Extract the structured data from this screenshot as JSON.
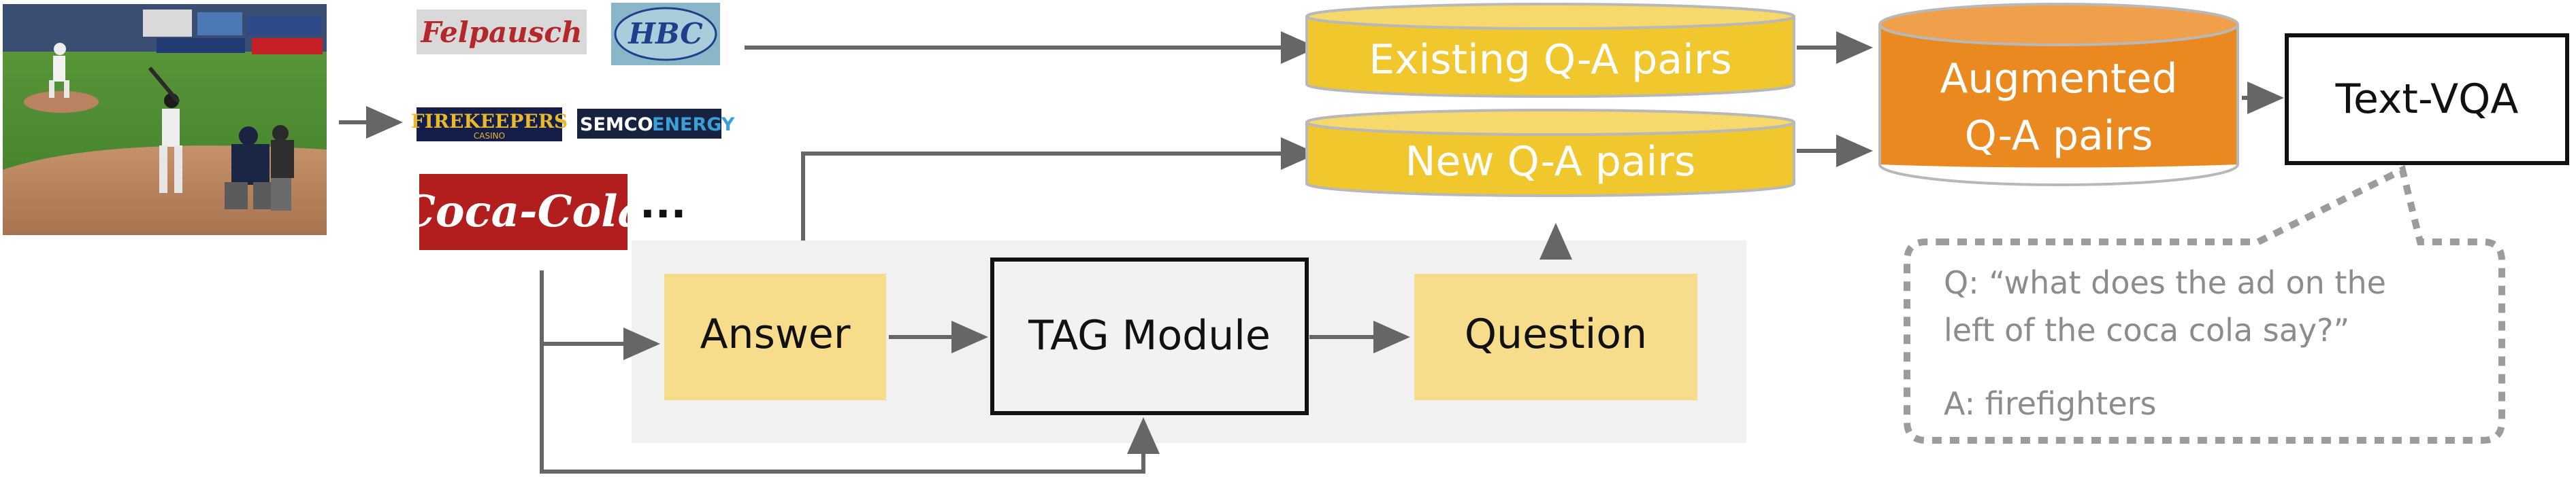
{
  "input": {
    "logos": [
      "Felpausch",
      "HBC",
      "FIREKEEPERS",
      "CASINO",
      "SEMCO",
      "ENERGY",
      "Coca-Cola"
    ],
    "ellipsis": "..."
  },
  "stores": {
    "existing": "Existing Q-A pairs",
    "new": "New Q-A pairs",
    "augmented_line1": "Augmented",
    "augmented_line2": "Q-A pairs"
  },
  "model": {
    "label": "Text-VQA"
  },
  "pipeline": {
    "answer": "Answer",
    "tag_module": "TAG Module",
    "question": "Question"
  },
  "example": {
    "q_line1": "Q: “what does the ad on the",
    "q_line2": "left of the coca cola say?”",
    "answer": "A: firefighters"
  },
  "colors": {
    "arrow": "#666666",
    "yellow": "#f0c72d",
    "orange": "#e9891f",
    "pale_yellow": "#f7dd8b",
    "panel": "#f1f1f1",
    "note": "#8c8c8c"
  }
}
